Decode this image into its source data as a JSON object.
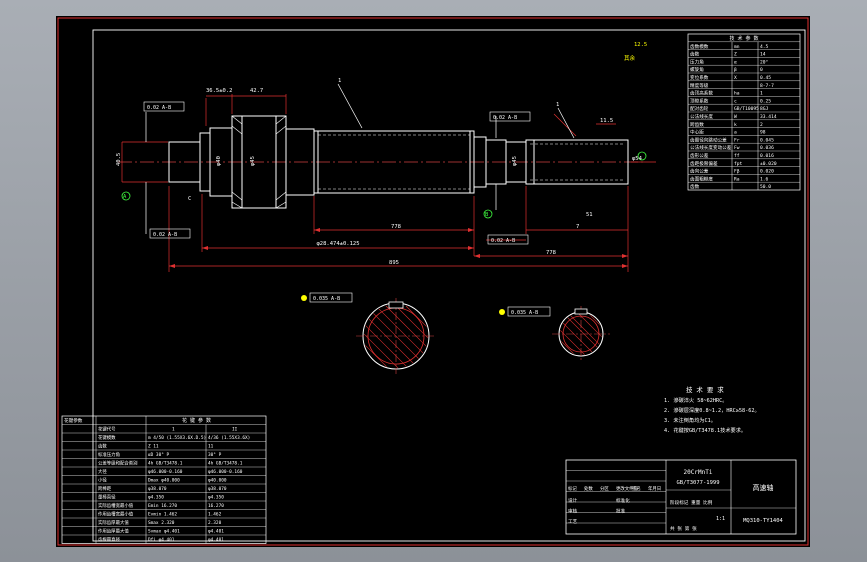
{
  "colors": {
    "border": "#e03030",
    "line": "#ffffff",
    "dim": "#e03030",
    "axis": "#d04040",
    "text": "#ffffff",
    "yellow": "#ffff00",
    "green": "#40ff40",
    "cyan": "#40e0e0",
    "background": "#000000"
  },
  "drawing": {
    "title": "高速轴",
    "drawing_number": "MQ310-TY1404",
    "material": "20CrMnTi",
    "standard": "GB/T3077-1999",
    "scale": "1:1"
  },
  "dimensions": {
    "overall_length": "895",
    "right_length": "778",
    "mid_length": "778",
    "shaft_section": "φ28.474±0.125",
    "key_depth": "51",
    "spline_len": "7",
    "d_left": "φ45",
    "d_mid": "φ40",
    "pitch": "40.5",
    "right_dia": "φ54",
    "right_chamfer": "11.5",
    "end_dia": "φ45",
    "left_top_1": "36.5±0.2",
    "left_top_2": "42.7"
  },
  "tolerances": {
    "tol_left_top": "0.02 A-B",
    "tol_left_bottom": "0.02 A-B",
    "tol_right_top": "0.02 A-B",
    "tol_right_bottom": "0.02 A-B",
    "section_a": "0.035 A-B",
    "section_b": "0.035 A-B"
  },
  "datums": {
    "a": "A",
    "b": "B",
    "c": "C",
    "label_1": "1"
  },
  "roughness": {
    "label": "其余",
    "value": "12.5"
  },
  "gear_params": {
    "header": "技 术 参 数",
    "rows": [
      {
        "name": "齿数模数",
        "sym": "mn",
        "val": "4.5"
      },
      {
        "name": "齿数",
        "sym": "Z",
        "val": "14"
      },
      {
        "name": "压力角",
        "sym": "α",
        "val": "20°"
      },
      {
        "name": "螺旋角",
        "sym": "β",
        "val": "0"
      },
      {
        "name": "变位系数",
        "sym": "X",
        "val": "0.45"
      },
      {
        "name": "精度等级",
        "sym": "",
        "val": "8-7-7"
      },
      {
        "name": "齿顶高系数",
        "sym": "ha",
        "val": "1"
      },
      {
        "name": "顶隙系数",
        "sym": "c",
        "val": "0.25"
      },
      {
        "name": "配对齿轮",
        "sym": "GB/T10095",
        "val": "8GJ"
      },
      {
        "name": "公法线长度",
        "sym": "W",
        "val": "33.414"
      },
      {
        "name": "跨齿数",
        "sym": "k",
        "val": "2"
      },
      {
        "name": "中心距",
        "sym": "a",
        "val": "98"
      },
      {
        "name": "齿圈径向跳动公差",
        "sym": "Fr",
        "val": "0.045"
      },
      {
        "name": "公法线长度变动公差",
        "sym": "Fw",
        "val": "0.036"
      },
      {
        "name": "齿形公差",
        "sym": "ff",
        "val": "0.016"
      },
      {
        "name": "齿距极限偏差",
        "sym": "fpt",
        "val": "±0.020"
      },
      {
        "name": "齿向公差",
        "sym": "Fβ",
        "val": "0.020"
      },
      {
        "name": "齿面粗糙度",
        "sym": "Ra",
        "val": "1.6"
      },
      {
        "name": "齿数",
        "sym": "",
        "val": "50.0"
      }
    ]
  },
  "spline_params": {
    "header_1": "花键参数",
    "header_2": "花 键 参 数",
    "col_1": "1",
    "col_2": "II",
    "rows": [
      {
        "name": "花键代号",
        "sym": "",
        "v1": "",
        "v2": ""
      },
      {
        "name": "花键模数",
        "sym": "m",
        "v1": "4/50 (1.55X3.6X.D.5)",
        "v2": "4/36 (1.55X3.6X)"
      },
      {
        "name": "齿数",
        "sym": "Z",
        "v1": "11",
        "v2": "11"
      },
      {
        "name": "标准压力角",
        "sym": "αD",
        "v1": "30° P",
        "v2": "30° P"
      },
      {
        "name": "公差等级和配合类别",
        "sym": "",
        "v1": "4h GB/T3478.1",
        "v2": "4h GB/T3478.1"
      },
      {
        "name": "大径",
        "sym": "",
        "v1": "φ46.000-0.160",
        "v2": "φ46.000-0.160"
      },
      {
        "name": "小径",
        "sym": "Dmax",
        "v1": "φ40.000",
        "v2": "φ40.000"
      },
      {
        "name": "跨棒距",
        "sym": "",
        "v1": "φ38.070",
        "v2": "φ38.070"
      },
      {
        "name": "量棒直径",
        "sym": "",
        "v1": "φ4.350",
        "v2": "φ4.350"
      },
      {
        "name": "实际齿槽宽最小值",
        "sym": "Emin",
        "v1": "16.270",
        "v2": "16.270"
      },
      {
        "name": "作用齿槽宽最小值",
        "sym": "Evmin",
        "v1": "1.462",
        "v2": "1.462"
      },
      {
        "name": "实际齿厚最大值",
        "sym": "Smax",
        "v1": "2.320",
        "v2": "2.320"
      },
      {
        "name": "作用齿厚最大值",
        "sym": "Svmax",
        "v1": "φ4.401",
        "v2": "φ4.401"
      },
      {
        "name": "齿根圆直径",
        "sym": "Dfi",
        "v1": "φ4.401",
        "v2": "φ4.401"
      }
    ]
  },
  "notes": {
    "title": "技 术 要 求",
    "items": [
      "1. 渗碳淬火 58~62HRC。",
      "2. 渗碳层深度0.8~1.2，HRC≥58-62。",
      "3. 未注倒角均为C1。",
      "4. 花键按GB/T3478.1技术要求。"
    ]
  },
  "title_block": {
    "rows_left": [
      "标记",
      "处数",
      "分区",
      "更改文件号",
      "签名",
      "年月日"
    ],
    "design": "设计",
    "check": "审核",
    "process": "工艺",
    "standardize": "标准化",
    "approve": "批准",
    "stage": "阶段标记",
    "weight": "重量",
    "ratio": "比例",
    "sheet": "共 张 第 张"
  }
}
